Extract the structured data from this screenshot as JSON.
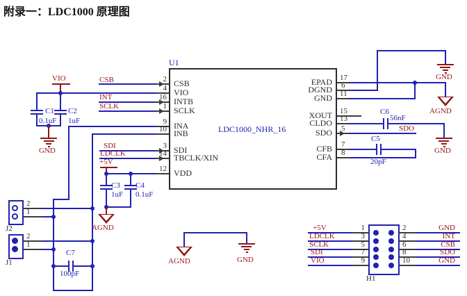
{
  "title": "附录一：LDC1000 原理图",
  "colors": {
    "wire": "#2121b2",
    "stub": "#3c3c3c",
    "net_label": "#9b1414",
    "symbol": "#8e1616",
    "component": "#2121b2",
    "ic_outline": "#2a2a2a"
  },
  "ic": {
    "designator": "U1",
    "part": "LDC1000_NHR_16",
    "left_pins": [
      {
        "num": "2",
        "name": "CSB"
      },
      {
        "num": "4",
        "name": "VIO"
      },
      {
        "num": "16",
        "name": "INTB"
      },
      {
        "num": "1",
        "name": "SCLK"
      },
      {
        "num": "9",
        "name": "INA"
      },
      {
        "num": "10",
        "name": "INB"
      },
      {
        "num": "3",
        "name": "SDI"
      },
      {
        "num": "14",
        "name": "TBCLK/XIN"
      },
      {
        "num": "12",
        "name": "VDD"
      }
    ],
    "right_pins": [
      {
        "num": "17",
        "name": "EPAD"
      },
      {
        "num": "6",
        "name": "DGND"
      },
      {
        "num": "11",
        "name": "GND"
      },
      {
        "num": "15",
        "name": "XOUT"
      },
      {
        "num": "13",
        "name": "CLDO"
      },
      {
        "num": "5",
        "name": "SDO"
      },
      {
        "num": "7",
        "name": "CFB"
      },
      {
        "num": "8",
        "name": "CFA"
      }
    ]
  },
  "nets": {
    "csb": "CSB",
    "int": "INT",
    "sclk": "SCLK",
    "sdi": "SDI",
    "ldclk": "LDCLK",
    "sdo": "SDO"
  },
  "power": {
    "vio": "VIO",
    "p5v": "+5V"
  },
  "ground": {
    "gnd": "GND",
    "agnd": "AGND"
  },
  "capacitors": {
    "c1": {
      "ref": "C1",
      "value": "0.1uF"
    },
    "c2": {
      "ref": "C2",
      "value": "1uF"
    },
    "c3": {
      "ref": "C3",
      "value": "1uF"
    },
    "c4": {
      "ref": "C4",
      "value": "0.1uF"
    },
    "c5": {
      "ref": "C5",
      "value": "20pF"
    },
    "c6": {
      "ref": "C6",
      "value": "56nF"
    },
    "c7": {
      "ref": "C7",
      "value": "100pF"
    }
  },
  "connectors": {
    "j2": {
      "ref": "J2",
      "pins": [
        "2",
        "1"
      ]
    },
    "j1": {
      "ref": "J1",
      "pins": [
        "2",
        "1"
      ]
    },
    "h1": {
      "ref": "H1",
      "left": [
        {
          "num": "1",
          "net": "+5V"
        },
        {
          "num": "3",
          "net": "LDCLK"
        },
        {
          "num": "5",
          "net": "SCLK"
        },
        {
          "num": "7",
          "net": "SDI"
        },
        {
          "num": "9",
          "net": "VIO"
        }
      ],
      "right": [
        {
          "num": "2",
          "net": "GND"
        },
        {
          "num": "4",
          "net": "INT"
        },
        {
          "num": "6",
          "net": "CSB"
        },
        {
          "num": "8",
          "net": "SDO"
        },
        {
          "num": "10",
          "net": "GND"
        }
      ]
    }
  }
}
